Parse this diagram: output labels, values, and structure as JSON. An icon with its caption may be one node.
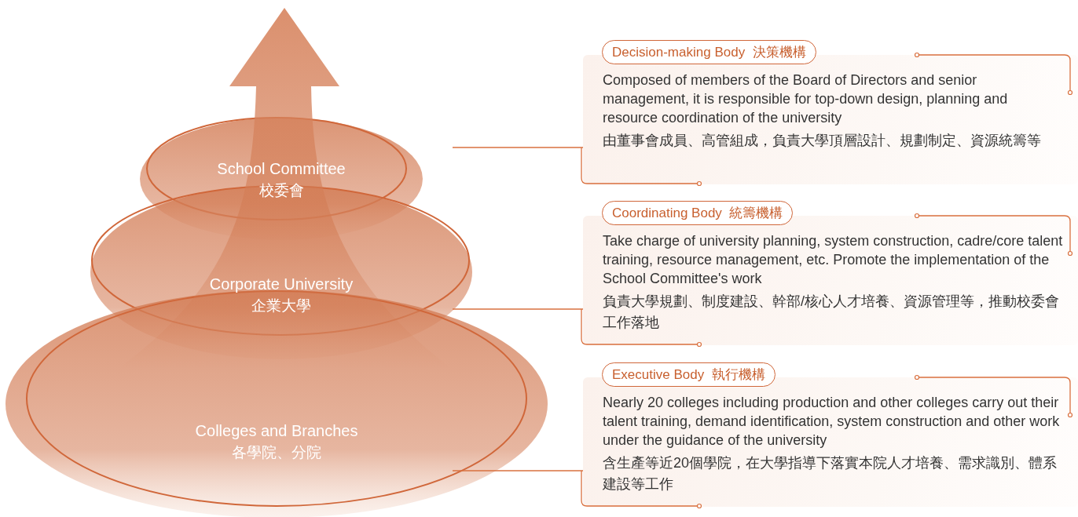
{
  "diagram": {
    "nodes": [
      {
        "text": [
          "School Committee",
          "校委會"
        ]
      },
      {
        "text": [
          "Corporate University",
          "企業大學"
        ]
      },
      {
        "text": [
          "Colleges and Branches",
          "各學院、分院"
        ]
      },
      {
        "text": [
          "Decision-making Body  決策機構",
          "Composed of members of the Board of Directors and senior management, it is responsible for top-down design, planning and resource coordination of the university",
          "由董事會成員、高管組成，負責大學頂層設計、規劃制定、資源統籌等"
        ]
      },
      {
        "text": [
          "Coordinating Body  統籌機構",
          "Take charge of university planning, system construction, cadre/core talent training, resource management, etc. Promote the implementation of the School Committee's work",
          "負責大學規劃、制度建設、幹部/核心人才培養、資源管理等，推動校委會工作落地"
        ]
      },
      {
        "text": [
          "Executive Body  執行機構",
          "Nearly 20 colleges including production and other colleges carry out their talent training, demand identification, system construction and other work under the guidance of the university",
          "含生產等近20個學院，在大學指導下落實本院人才培養、需求識別、體系建設等工作"
        ]
      }
    ],
    "edges": [
      {
        "from": 0,
        "to": 3,
        "arrow": "none"
      },
      {
        "from": 1,
        "to": 4,
        "arrow": "none"
      },
      {
        "from": 2,
        "to": 5,
        "arrow": "none"
      }
    ]
  }
}
